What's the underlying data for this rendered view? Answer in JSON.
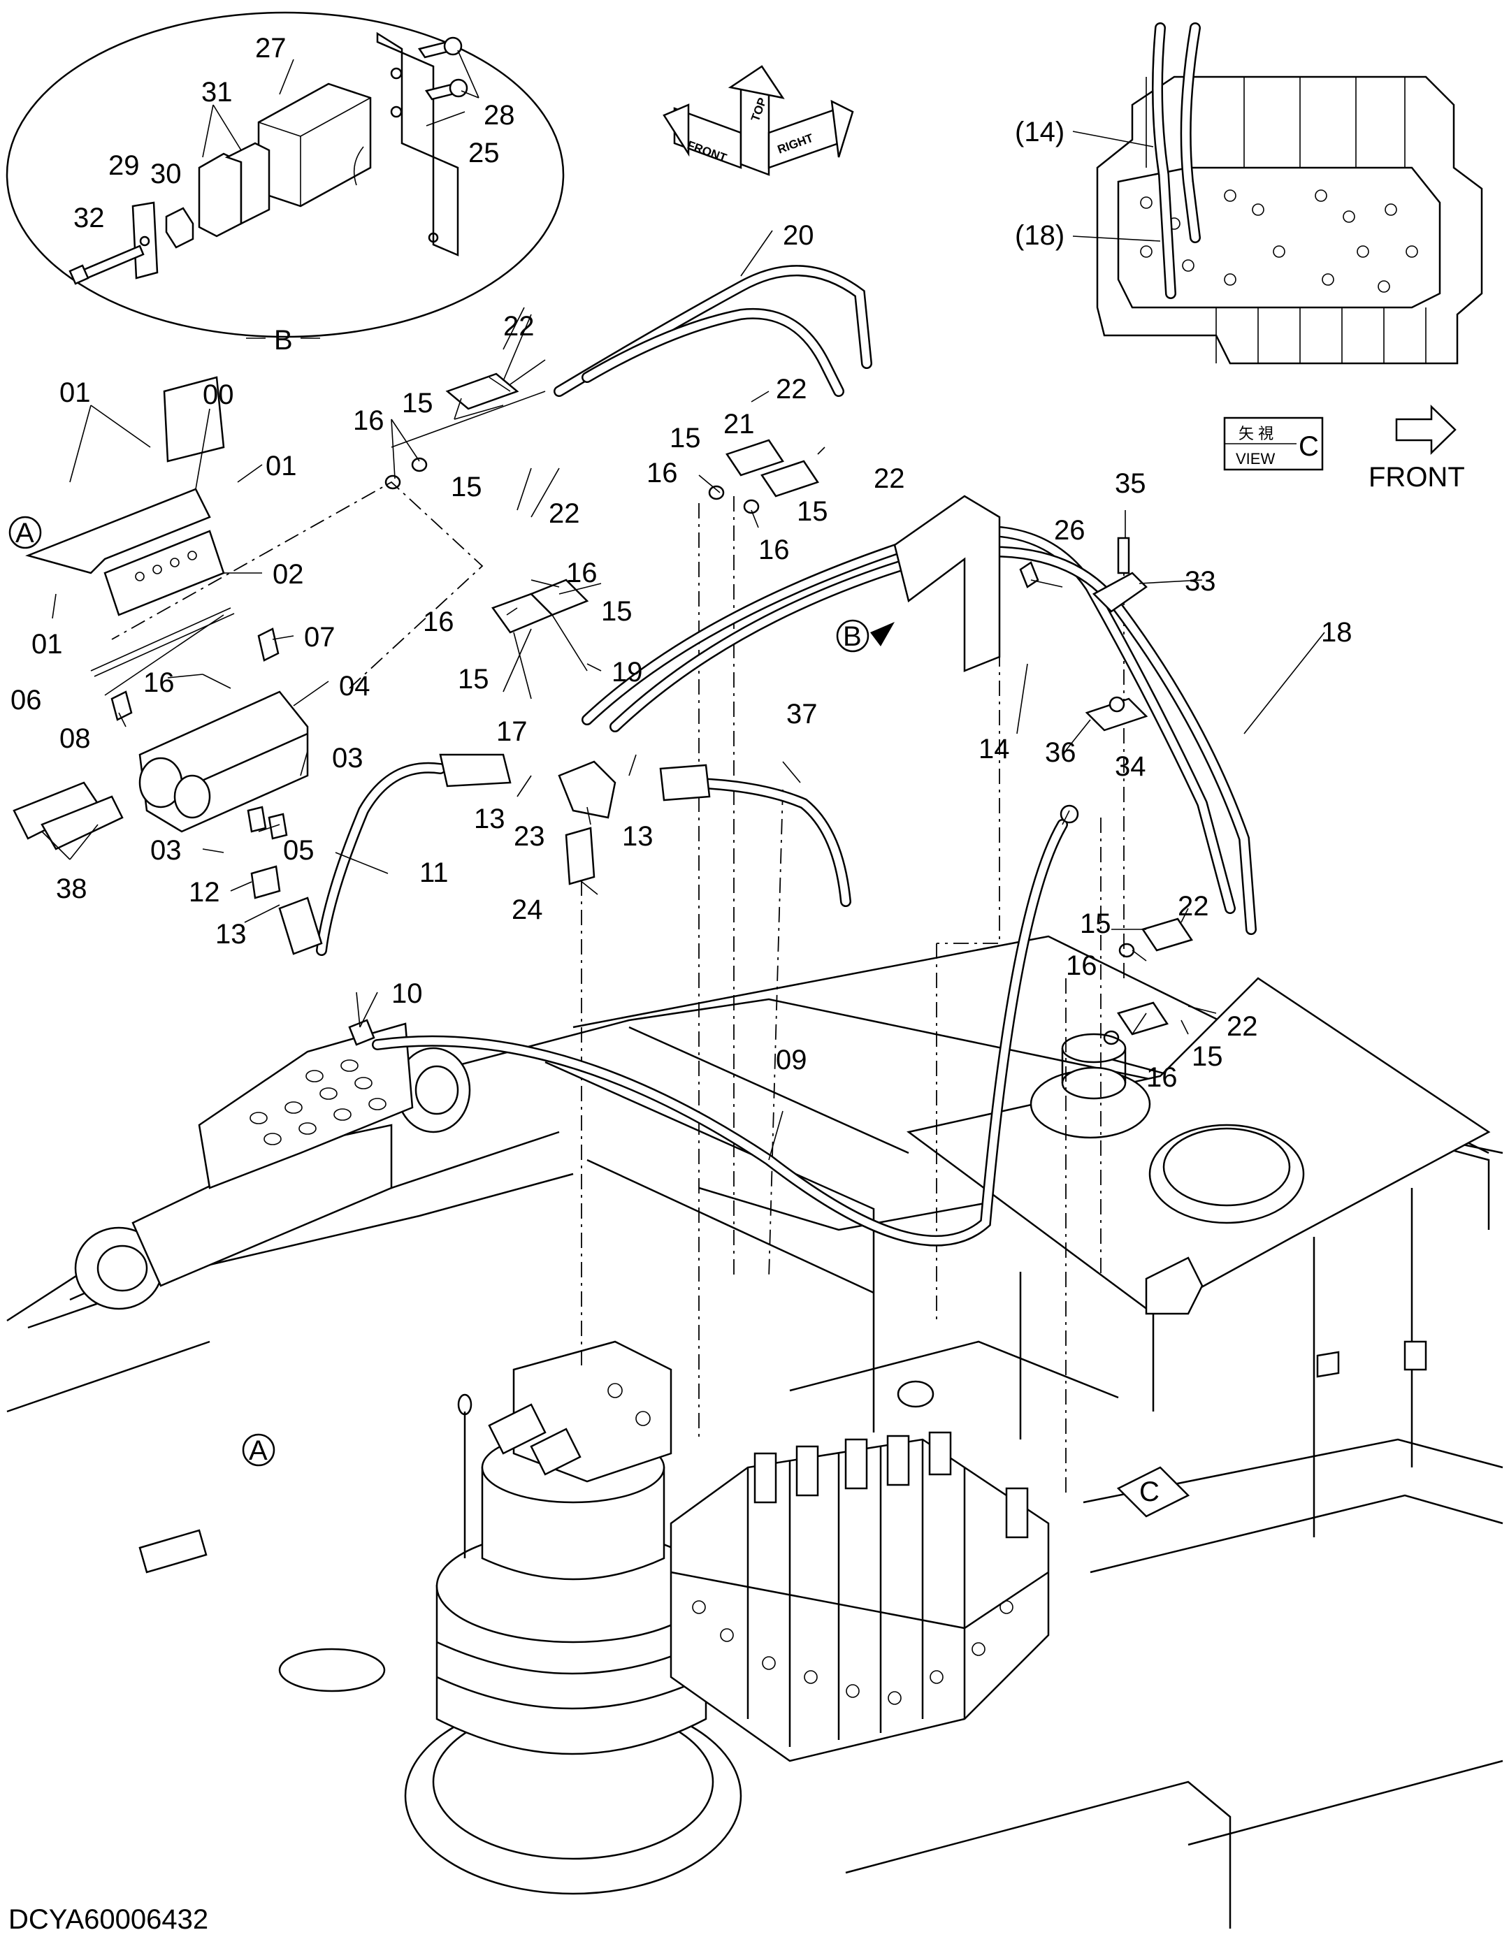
{
  "drawing_id": "DCYA60006432",
  "detail_b": {
    "caption": "B",
    "callouts": [
      "27",
      "31",
      "28",
      "29",
      "30",
      "25",
      "32"
    ]
  },
  "orientation_symbol": {
    "front": "FRONT",
    "top": "TOP",
    "right": "RIGHT"
  },
  "view_c": {
    "kanji": "矢 視",
    "view": "VIEW",
    "letter": "C",
    "direction_label": "FRONT",
    "callouts": [
      "(14)",
      "(18)"
    ]
  },
  "reference_markers": {
    "a_top": "A",
    "a_bottom": "A",
    "b": "B",
    "c": "C"
  },
  "callouts": {
    "c00": "00",
    "c01a": "01",
    "c01b": "01",
    "c01c": "01",
    "c02": "02",
    "c03a": "03",
    "c03b": "03",
    "c04": "04",
    "c05": "05",
    "c06": "06",
    "c07": "07",
    "c08": "08",
    "c09": "09",
    "c10": "10",
    "c11": "11",
    "c12": "12",
    "c13a": "13",
    "c13b": "13",
    "c13c": "13",
    "c14": "14",
    "c15a": "15",
    "c15b": "15",
    "c15c": "15",
    "c15d": "15",
    "c15e": "15",
    "c15f": "15",
    "c15g": "15",
    "c15h": "15",
    "c16a": "16",
    "c16b": "16",
    "c16c": "16",
    "c16d": "16",
    "c16e": "16",
    "c16f": "16",
    "c16g": "16",
    "c16h": "16",
    "c17": "17",
    "c18": "18",
    "c19": "19",
    "c20": "20",
    "c21": "21",
    "c22a": "22",
    "c22b": "22",
    "c22c": "22",
    "c22d": "22",
    "c22e": "22",
    "c22f": "22",
    "c23": "23",
    "c24": "24",
    "c26": "26",
    "c33": "33",
    "c34": "34",
    "c35": "35",
    "c36": "36",
    "c37": "37",
    "c38": "38"
  }
}
